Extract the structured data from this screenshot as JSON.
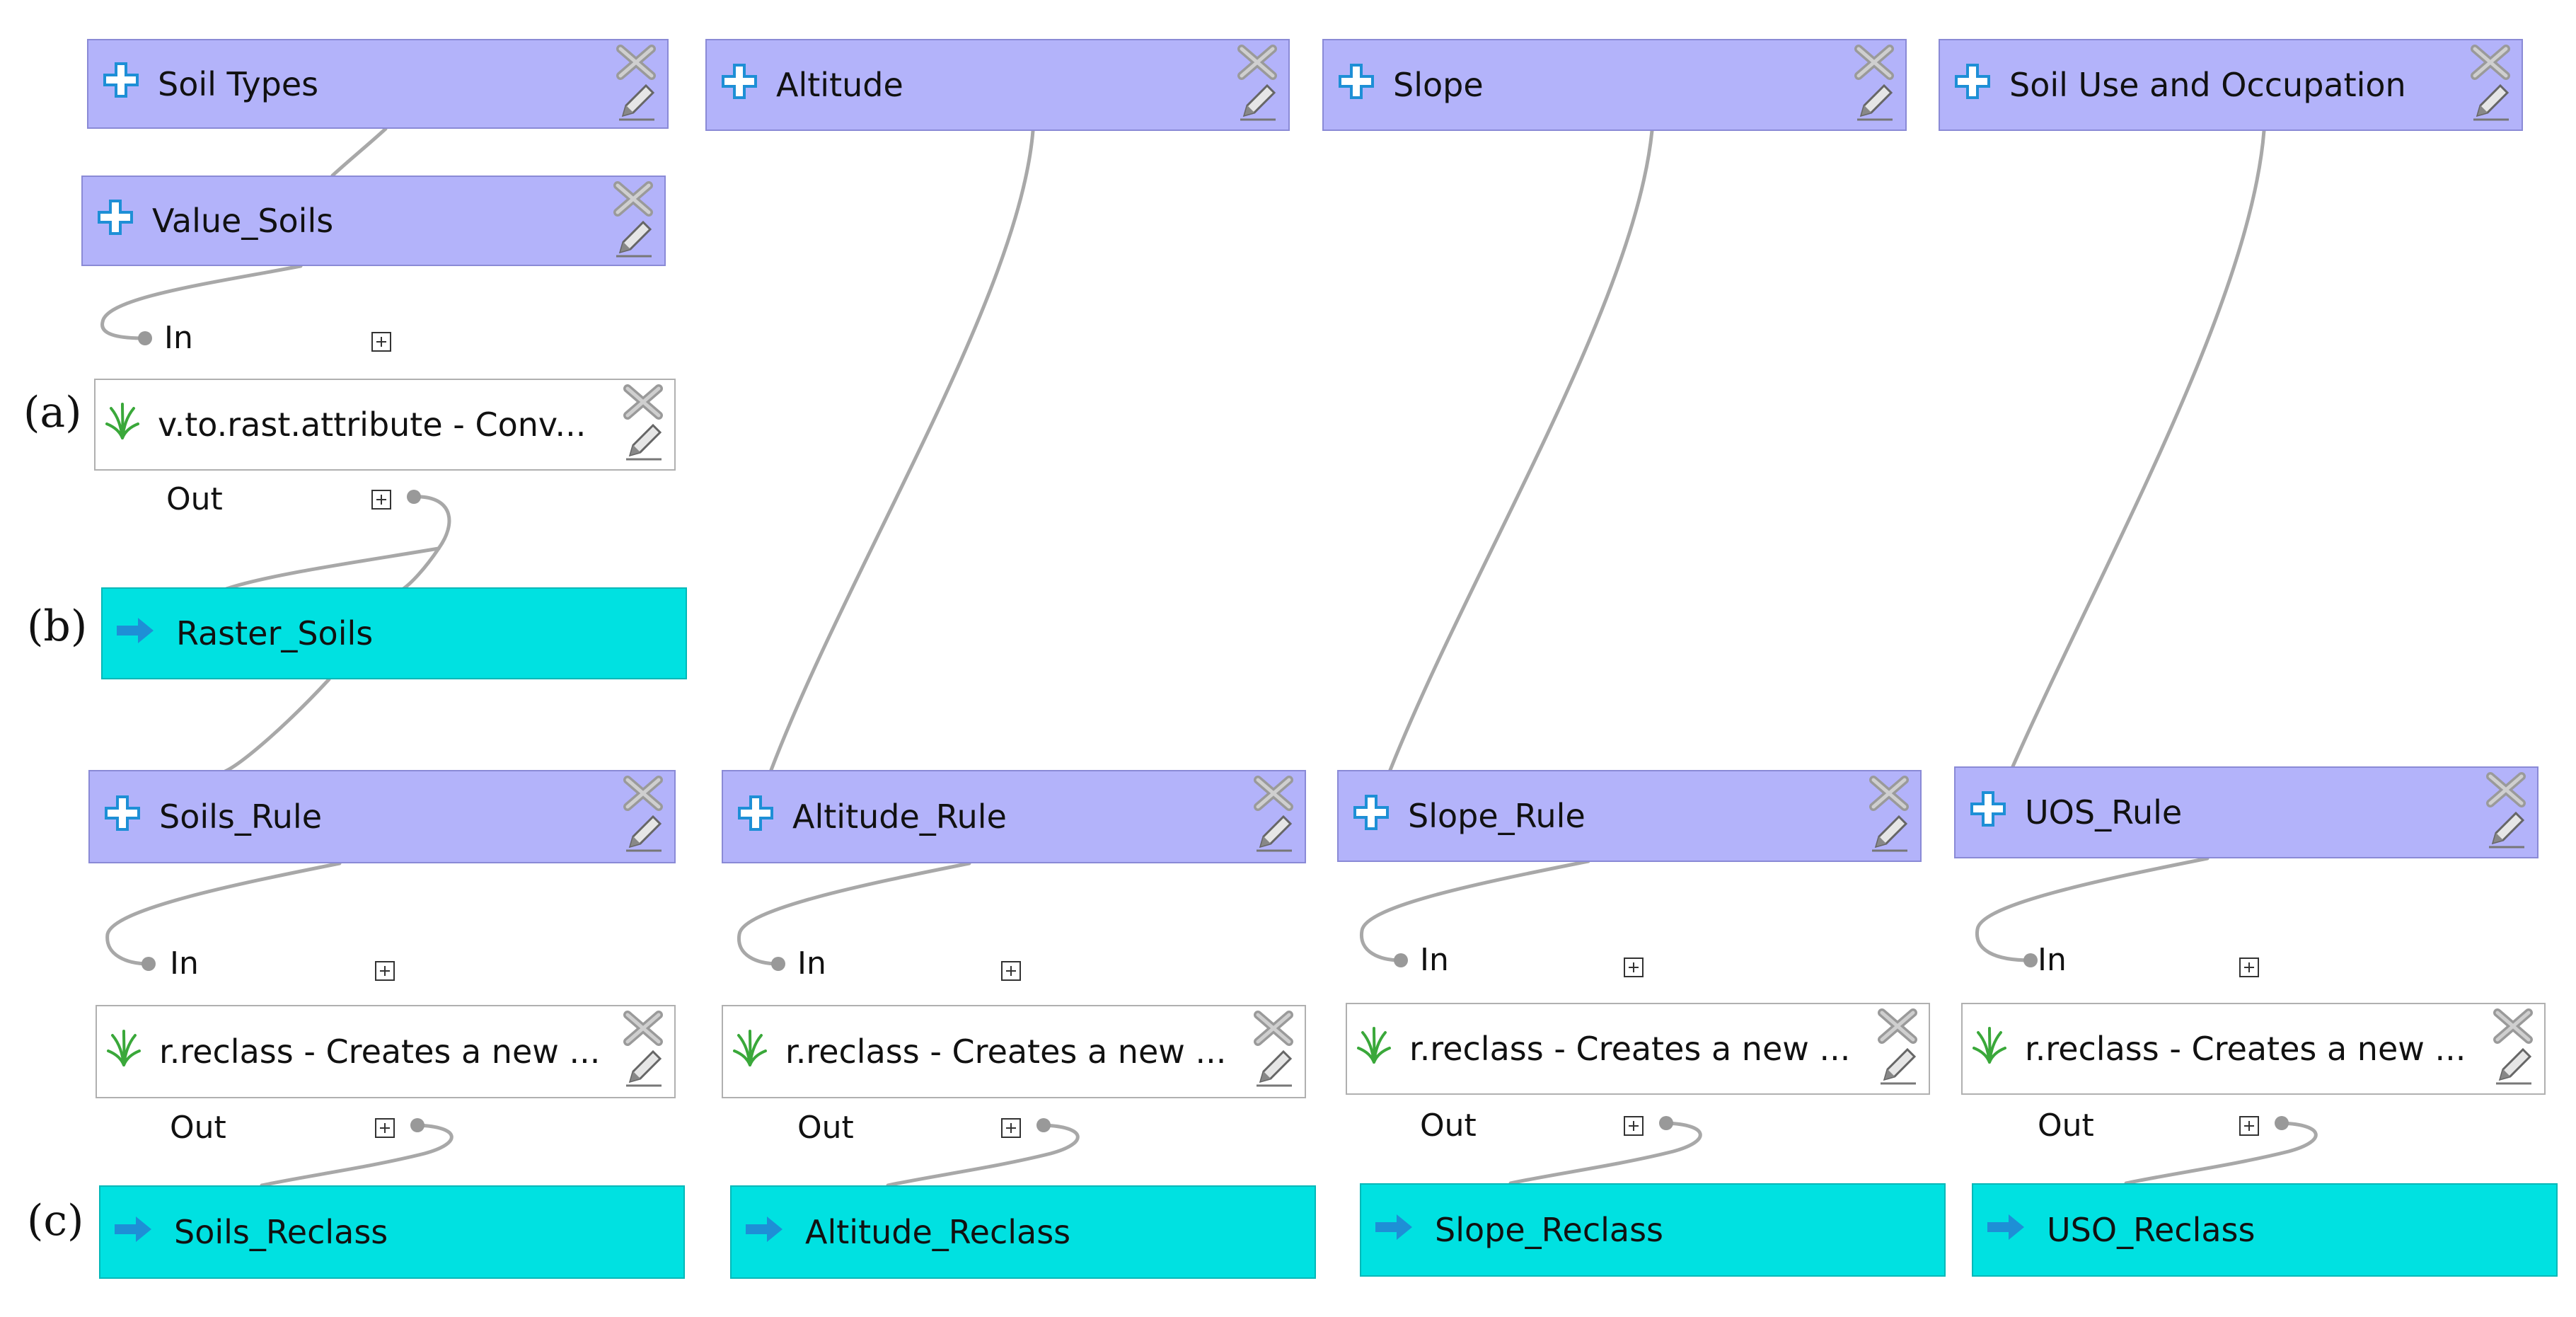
{
  "nodes": {
    "soil_types": "Soil Types",
    "altitude": "Altitude",
    "slope": "Slope",
    "soil_use": "Soil Use and Occupation",
    "value_soils": "Value_Soils",
    "v_to_rast": "v.to.rast.attribute - Conv...",
    "raster_soils": "Raster_Soils",
    "soils_rule": "Soils_Rule",
    "altitude_rule": "Altitude_Rule",
    "slope_rule": "Slope_Rule",
    "uos_rule": "UOS_Rule",
    "reclass_1": "r.reclass - Creates a new ...",
    "reclass_2": "r.reclass - Creates a new ...",
    "reclass_3": "r.reclass - Creates a new ...",
    "reclass_4": "r.reclass - Creates a new ...",
    "soils_reclass": "Soils_Reclass",
    "altitude_reclass": "Altitude_Reclass",
    "slope_reclass": "Slope_Reclass",
    "uso_reclass": "USO_Reclass"
  },
  "ports": {
    "in": "In",
    "out": "Out"
  },
  "tags": {
    "a": "(a)",
    "b": "(b)",
    "c": "(c)"
  },
  "icons": {
    "input": "plus-icon",
    "algorithm": "grass-icon",
    "output": "arrow-icon",
    "delete": "close-icon",
    "edit": "pencil-icon"
  },
  "colors": {
    "input_fill": "#b3b3fa",
    "output_fill": "#00e1e1",
    "algorithm_fill": "#ffffff",
    "wire": "#a8a8a8",
    "icon_blue": "#1e8fd6"
  }
}
